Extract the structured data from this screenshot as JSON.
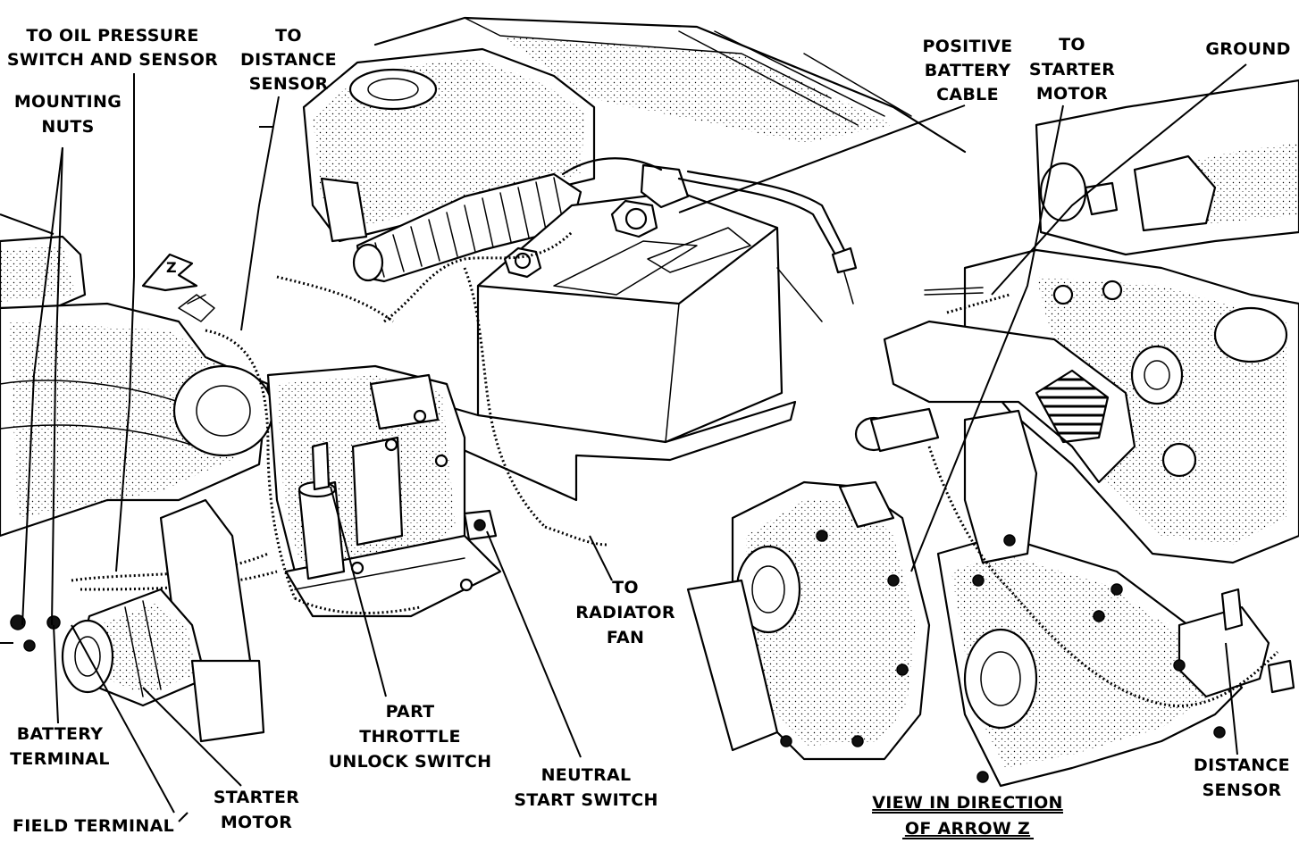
{
  "labels": {
    "oil_pressure": [
      "TO OIL PRESSURE",
      "SWITCH AND SENSOR"
    ],
    "distance_sensor_to": [
      "TO",
      "DISTANCE",
      "SENSOR"
    ],
    "mounting_nuts": [
      "MOUNTING",
      "NUTS"
    ],
    "positive_battery": [
      "POSITIVE",
      "BATTERY",
      "CABLE"
    ],
    "to_starter": [
      "TO",
      "STARTER",
      "MOTOR"
    ],
    "ground": "GROUND",
    "radiator_fan": [
      "TO",
      "RADIATOR",
      "FAN"
    ],
    "part_throttle": [
      "PART",
      "THROTTLE",
      "UNLOCK SWITCH"
    ],
    "neutral_start": [
      "NEUTRAL",
      "START SWITCH"
    ],
    "battery_terminal": [
      "BATTERY",
      "TERMINAL"
    ],
    "field_terminal": "FIELD TERMINAL",
    "starter_motor": [
      "STARTER",
      "MOTOR"
    ],
    "view_direction": [
      "VIEW IN DIRECTION",
      "OF ARROW Z"
    ],
    "distance_sensor": [
      "DISTANCE",
      "SENSOR"
    ],
    "arrow_z": "Z"
  },
  "colors": {
    "ink": "#000000",
    "paper": "#ffffff"
  }
}
